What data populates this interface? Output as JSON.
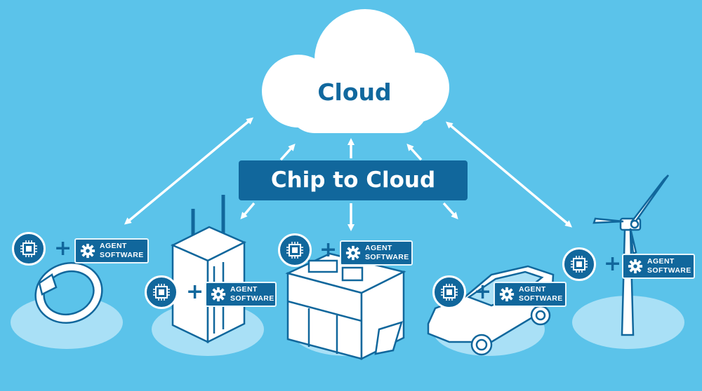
{
  "cloud": {
    "label": "Cloud"
  },
  "banner": {
    "label": "Chip to Cloud"
  },
  "devices": [
    {
      "name": "ring",
      "agent_line1": "AGENT",
      "agent_line2": "SOFTWARE"
    },
    {
      "name": "gateway",
      "agent_line1": "AGENT",
      "agent_line2": "SOFTWARE"
    },
    {
      "name": "machine",
      "agent_line1": "AGENT",
      "agent_line2": "SOFTWARE"
    },
    {
      "name": "car",
      "agent_line1": "AGENT",
      "agent_line2": "SOFTWARE"
    },
    {
      "name": "wind-turbine",
      "agent_line1": "AGENT",
      "agent_line2": "SOFTWARE"
    }
  ],
  "plus_symbol": "+",
  "colors": {
    "background": "#5bc3ea",
    "dark_blue": "#11679c",
    "cloud": "#ffffff",
    "ellipse": "#a9e0f6"
  }
}
